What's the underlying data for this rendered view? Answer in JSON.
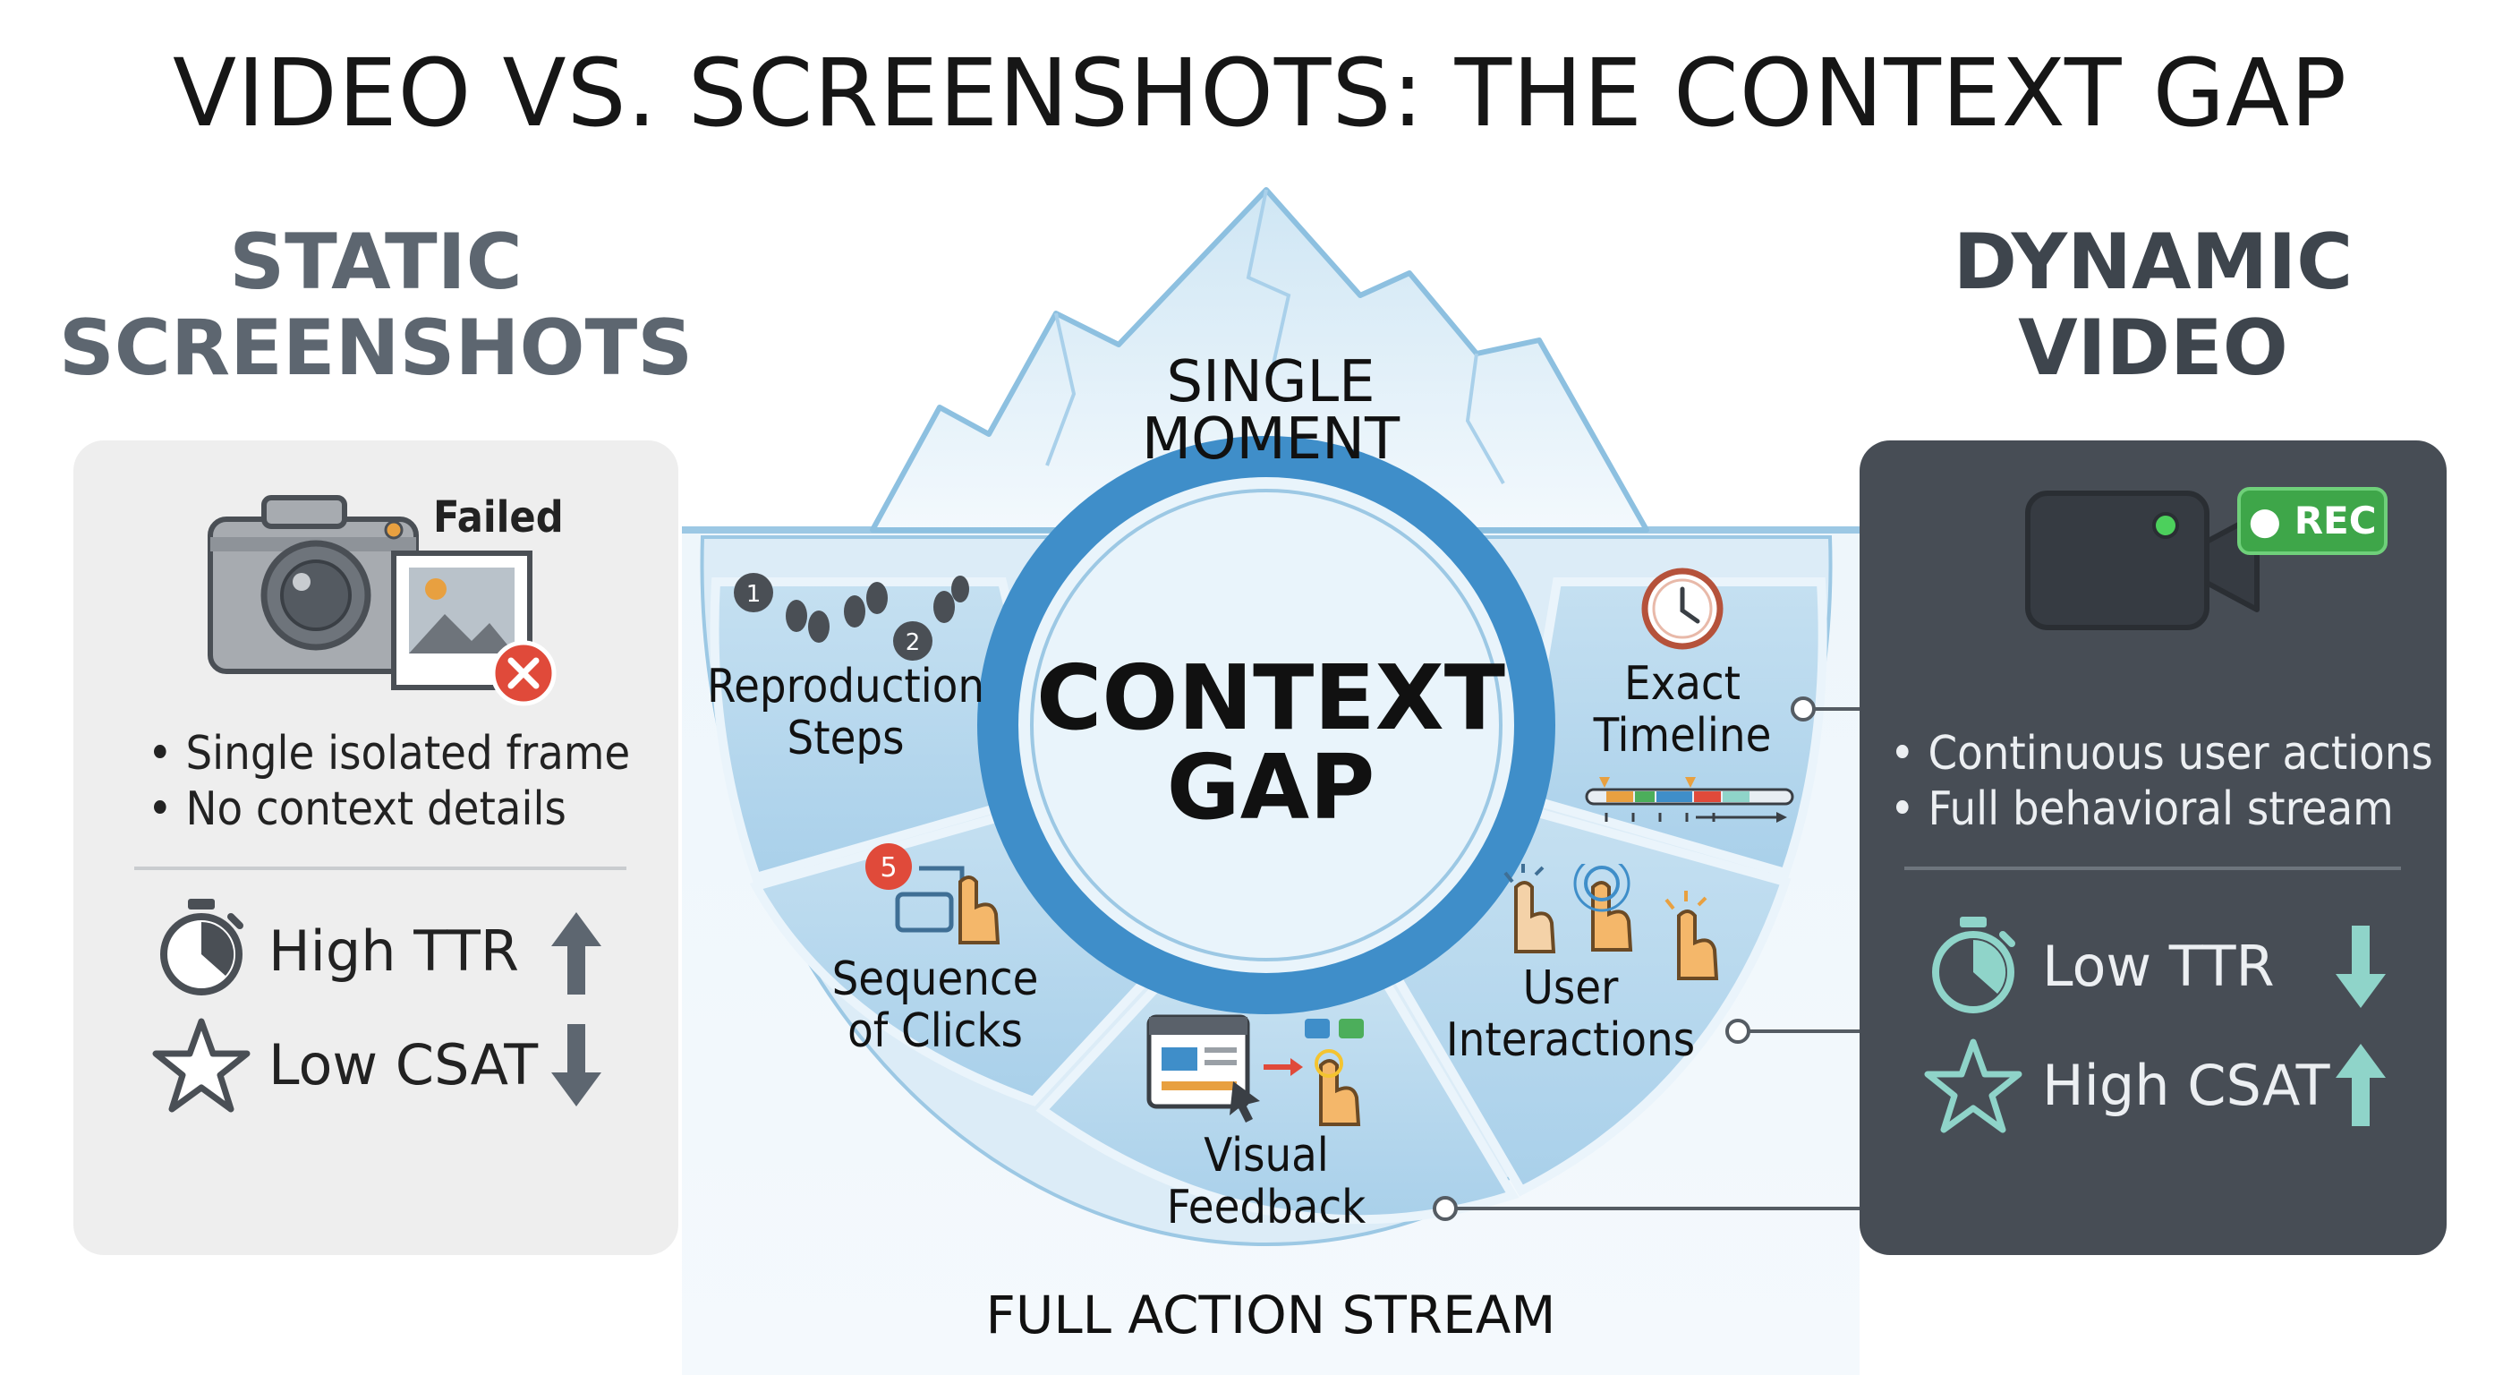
{
  "title": "VIDEO VS. SCREENSHOTS: THE CONTEXT GAP",
  "left": {
    "heading_line1": "STATIC",
    "heading_line2": "SCREENSHOTS",
    "icon": "camera-with-failed-image-icon",
    "badge": "Failed",
    "bullets": [
      "• Single isolated frame",
      "• No context details"
    ],
    "metrics": [
      {
        "label": "High TTR",
        "icon": "stopwatch-icon",
        "arrow": "arrow-up-icon"
      },
      {
        "label": "Low CSAT",
        "icon": "star-icon",
        "arrow": "arrow-down-icon"
      }
    ]
  },
  "right": {
    "heading_line1": "DYNAMIC",
    "heading_line2": "VIDEO",
    "icon": "video-camera-icon",
    "badge": "● REC",
    "bullets": [
      "• Continuous user actions",
      "• Full behavioral stream"
    ],
    "metrics": [
      {
        "label": "Low TTR",
        "icon": "stopwatch-icon",
        "arrow": "arrow-down-icon"
      },
      {
        "label": "High CSAT",
        "icon": "star-icon",
        "arrow": "arrow-up-icon"
      }
    ]
  },
  "iceberg": {
    "peak_line1": "SINGLE",
    "peak_line2": "MOMENT",
    "center_line1": "CONTEXT",
    "center_line2": "GAP",
    "bottom": "FULL ACTION STREAM",
    "segments": [
      {
        "line1": "Reproduction",
        "line2": "Steps",
        "icon": "footsteps-icon",
        "num1": "1",
        "num2": "2"
      },
      {
        "line1": "Sequence",
        "line2": "of Clicks",
        "icon": "click-sequence-icon",
        "num": "5"
      },
      {
        "line1": "Visual",
        "line2": "Feedback",
        "icon": "screen-feedback-icon"
      },
      {
        "line1": "User",
        "line2": "Interactions",
        "icon": "tapping-hands-icon"
      },
      {
        "line1": "Exact",
        "line2": "Timeline",
        "icon": "clock-timeline-icon"
      }
    ]
  },
  "colors": {
    "water_light": "#eaf4fb",
    "segment_fill": "#b9d9ee",
    "ring_blue": "#3f8ec9",
    "static_panel": "#eeeeee",
    "video_panel": "#474d55",
    "rec_green": "#3ea649",
    "failed_red": "#e04a3a",
    "teal": "#8fd4c9"
  }
}
